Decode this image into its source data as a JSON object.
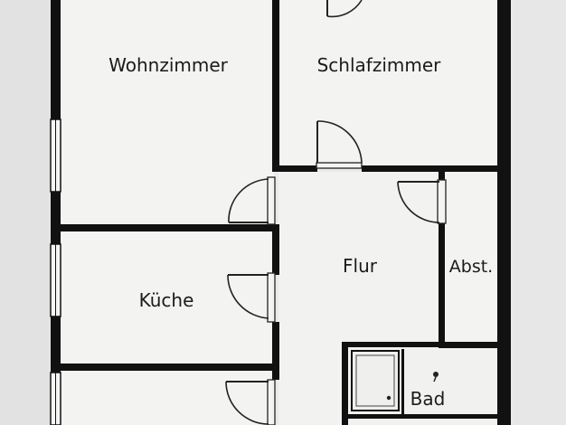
{
  "rooms": {
    "wohnzimmer": "Wohnzimmer",
    "schlafzimmer": "Schlafzimmer",
    "flur": "Flur",
    "abstellraum": "Abst.",
    "kueche": "Küche",
    "bad": "Bad"
  },
  "colors": {
    "paper": "#e9eae9",
    "room_fill": "#f3f3f2",
    "wall": "#111111",
    "door_swing": "#222222"
  }
}
